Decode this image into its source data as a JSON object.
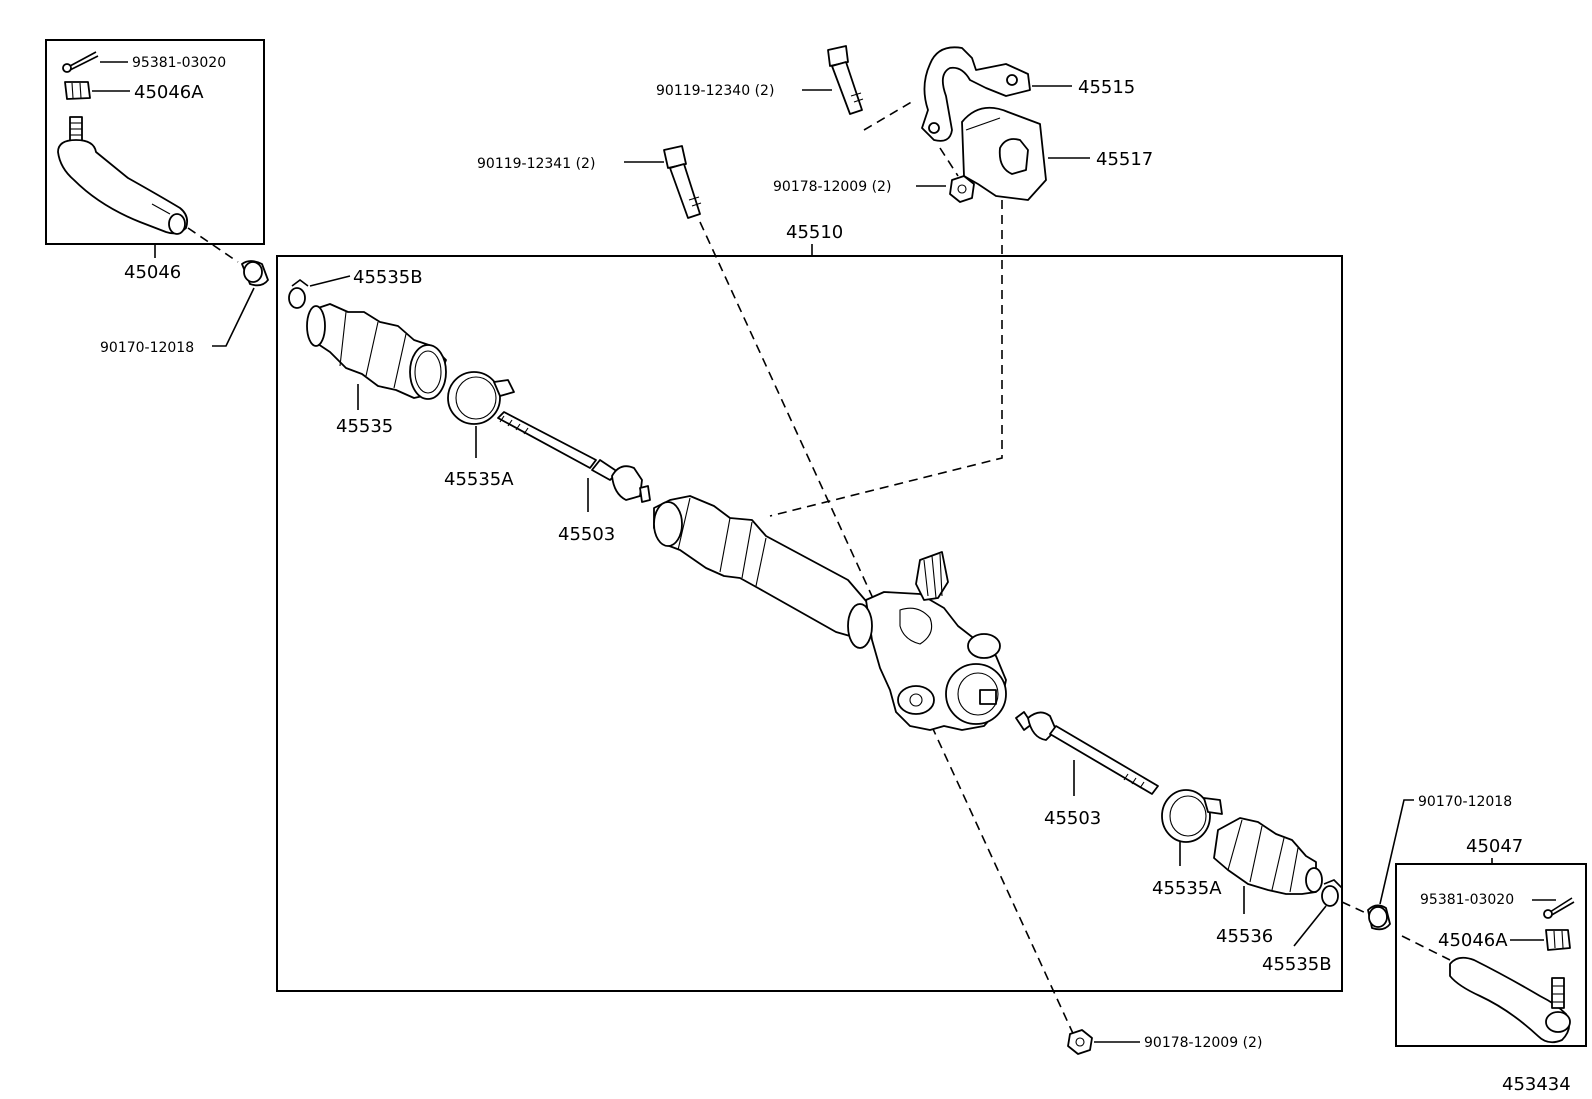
{
  "labels": {
    "tie_rod_end_left": "45046",
    "tie_rod_end_right": "45047",
    "cotter_pin_left": "95381-03020",
    "cotter_pin_right": "95381-03020",
    "nut_a_left": "45046A",
    "nut_a_right": "45046A",
    "washer_left": "90170-12018",
    "washer_right": "90170-12018",
    "rack_assembly": "45510",
    "clip_b_left": "45535B",
    "clip_b_right": "45535B",
    "boot_left": "45535",
    "boot_right": "45536",
    "clamp_a_left": "45535A",
    "clamp_a_right": "45535A",
    "inner_rod_left": "45503",
    "inner_rod_right": "45503",
    "bracket": "45515",
    "bushing": "45517",
    "bolt_bracket": "90119-12340 (2)",
    "bolt_housing": "90119-12341 (2)",
    "nut_top": "90178-12009 (2)",
    "nut_bottom": "90178-12009 (2)",
    "diagram_code": "453434"
  }
}
